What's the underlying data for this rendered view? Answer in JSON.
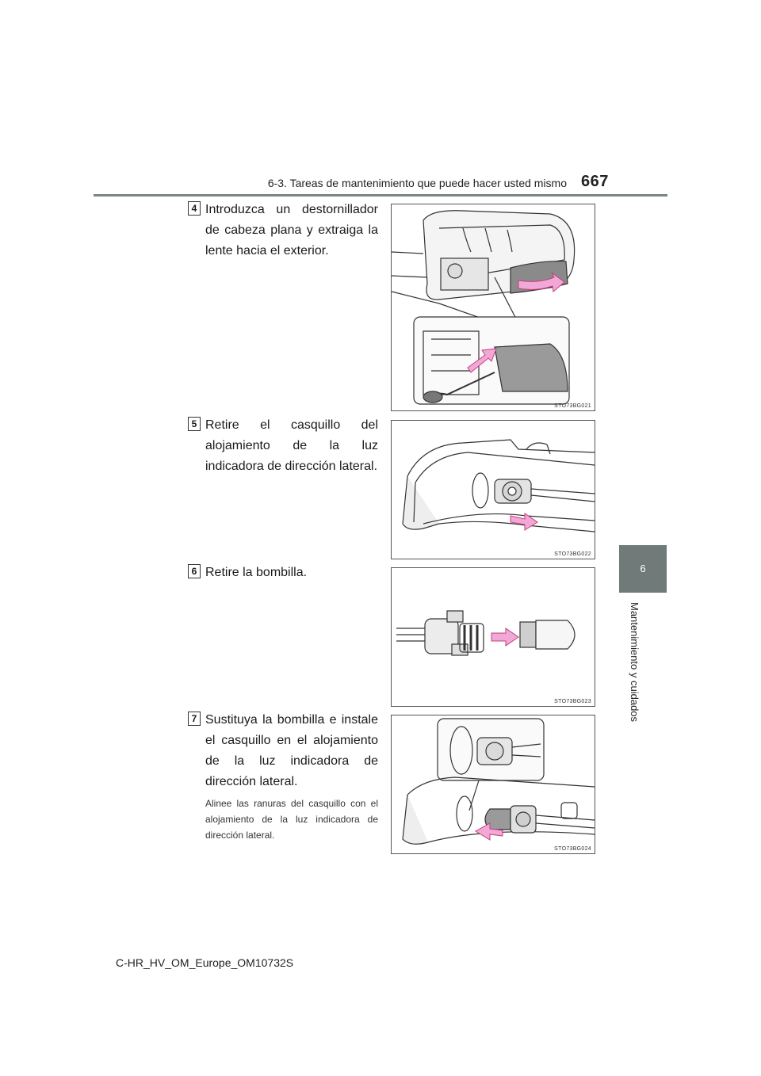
{
  "header": {
    "section_title": "6-3. Tareas de mantenimiento que puede hacer usted mismo",
    "page_number": "667"
  },
  "side_tab": {
    "chapter_number": "6",
    "chapter_title": "Mantenimiento y cuidados"
  },
  "steps": [
    {
      "number": "4",
      "text": "Introduzca un destornillador de cabeza plana y extraiga la lente hacia el exterior.",
      "figure_code": "STO73BG021"
    },
    {
      "number": "5",
      "text": "Retire el casquillo del alojamiento de la luz indicadora de dirección lateral.",
      "figure_code": "STO73BG022"
    },
    {
      "number": "6",
      "text": "Retire la bombilla.",
      "figure_code": "STO73BG023"
    },
    {
      "number": "7",
      "text": "Sustituya la bombilla e instale el casquillo en el alojamiento de la luz indicadora de dirección lateral.",
      "note": "Alinee las ranuras del casquillo con el alojamiento de la luz indicadora de dirección lateral.",
      "figure_code": "STO73BG024"
    }
  ],
  "footer": {
    "document_id": "C-HR_HV_OM_Europe_OM10732S"
  },
  "colors": {
    "header_rule": "#7b8584",
    "side_tab": "#6f7a79",
    "arrow_pink": "#f2a8d6",
    "arrow_outline": "#c0407e"
  }
}
